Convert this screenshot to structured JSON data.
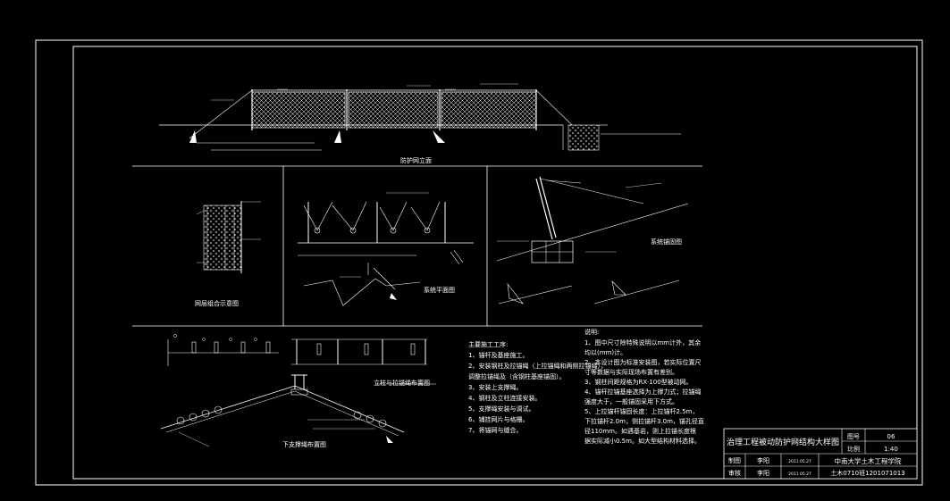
{
  "titles": {
    "elevation": "防护网立面",
    "plan": "系统平面图",
    "mesh_layers": "网层组合示意图",
    "anchor_detail": "系统锚固图",
    "post_layout": "立柱与拉锚绳布置图",
    "support_rope": "下支撑绳布置图"
  },
  "steps": {
    "heading": "主要施工工序:",
    "items": [
      "1、锚杆及基座施工。",
      "2、安装钢柱及拉锚绳（上拉锚绳和两侧拉锚绳），",
      "调整拉锚绳及（含钢柱基座锚固）。",
      "3、安装上支撑绳。",
      "4、钢柱及立柱连接安装。",
      "5、支撑绳安装与调试。",
      "6、铺挂网片与格栅。",
      "7、将锚网与缝合。"
    ]
  },
  "notes": {
    "heading": "说明:",
    "items": [
      "1、图中尺寸除特殊说明以mm计外，其余",
      "均以(mm)计。",
      "2、本设计图为标准安装图，若实际位置尺",
      "寸等数据与实际现场布置有差别。",
      "3、钢柱间距规格为RX-100型被动网。",
      "4、锚杆拉锚基座选择为上撑力式；拉锚绳",
      "强度大于，一般锚固采用下方式。",
      "5、上拉锚杆锚固长度：上拉锚杆2.5m，",
      "下拉锚杆2.0m，侧拉锚杆3.0m，锚孔径直",
      "径110mm。如遇基岩，则上拉锚长度根",
      "据实际减小0.5m。如大型结构材料选择。"
    ]
  },
  "title_block": {
    "drawing_title": "治理工程被动防护网结构大样图",
    "label_sheet": "图号",
    "sheet_no": "06",
    "label_scale": "比例",
    "scale": "1:40",
    "label_drawn": "制图",
    "drawn_by": "李阳",
    "drawn_date": "2011.05.27",
    "label_checked": "审核",
    "checked_by": "李阳",
    "checked_date": "2011.05.27",
    "school": "中南大学土木工程学院",
    "class_id": "土木0710班1201071013"
  },
  "colors": {
    "line": "#ffffff",
    "background": "#000000"
  }
}
